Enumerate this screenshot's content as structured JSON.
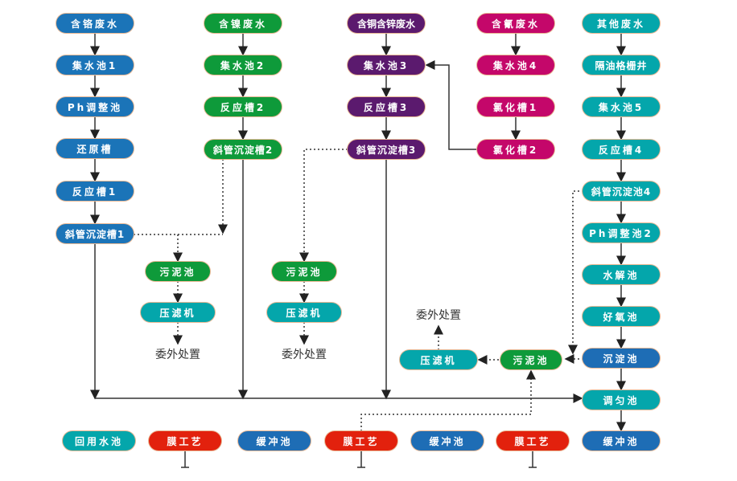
{
  "columns": {
    "chromium": [
      "含铬废水",
      "集水池1",
      "Ph调整池",
      "还原槽",
      "反应槽1",
      "斜管沉淀槽1"
    ],
    "nickel": [
      "含镍废水",
      "集水池2",
      "反应槽2",
      "斜管沉淀槽2"
    ],
    "copper": [
      "含铜含锌废水",
      "集水池3",
      "反应槽3",
      "斜管沉淀槽3"
    ],
    "cyanide": [
      "含氰废水",
      "集水池4",
      "氯化槽1",
      "氯化槽2"
    ],
    "other": [
      "其他废水",
      "隔油格栅井",
      "集水池5",
      "反应槽4",
      "斜管沉淀池4",
      "Ph调整池2",
      "水解池",
      "好氧池",
      "沉淀池",
      "调匀池",
      "缓冲池"
    ]
  },
  "sludge": {
    "pool": "污泥池",
    "press": "压滤机",
    "outsource": "委外处置"
  },
  "bottom": [
    "回用水池",
    "膜工艺",
    "缓冲池",
    "膜工艺",
    "缓冲池",
    "膜工艺"
  ],
  "colors": {
    "blue": "#1b74b8",
    "green": "#0e9a3a",
    "purple": "#5b1a6e",
    "magenta": "#c4076a",
    "teal": "#04a6ab",
    "red": "#e2210d"
  }
}
